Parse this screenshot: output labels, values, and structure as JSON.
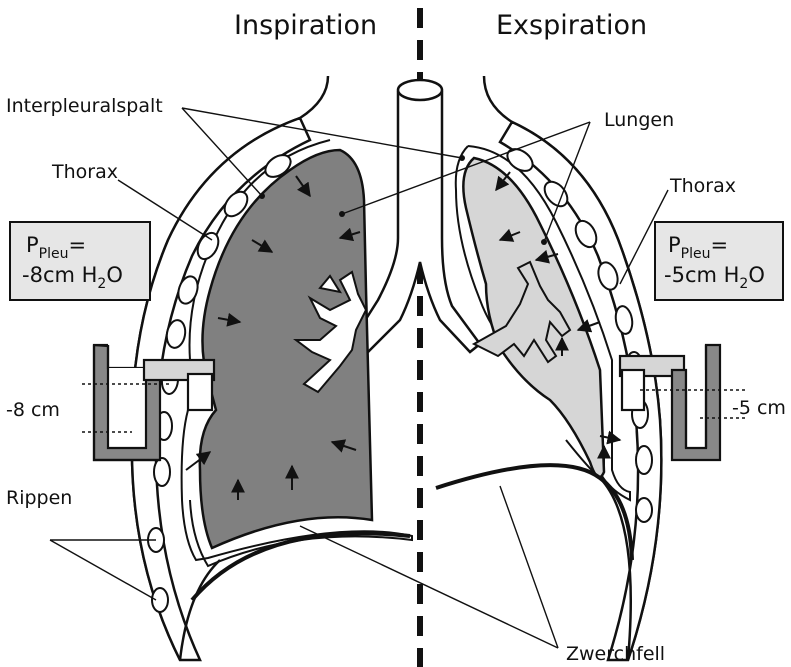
{
  "titles": {
    "left": "Inspiration",
    "right": "Exspiration"
  },
  "labels": {
    "interpleuralspalt": "Interpleuralspalt",
    "thorax_left": "Thorax",
    "thorax_right": "Thorax",
    "lungen": "Lungen",
    "rippen": "Rippen",
    "zwerchfell": "Zwerchfell",
    "cm_left": "-8 cm",
    "cm_right": "-5 cm"
  },
  "pressure_left": {
    "p": "P",
    "sub": "Pleu",
    "eq": "=",
    "value": "-8cm H",
    "sub2": "2",
    "unit": "O"
  },
  "pressure_right": {
    "p": "P",
    "sub": "Pleu",
    "eq": "=",
    "value": "-5cm H",
    "sub2": "2",
    "unit": "O"
  },
  "colors": {
    "lung_inspiration": "#808080",
    "lung_expiration": "#d6d6d6",
    "stroke": "#111111",
    "box_fill": "#e6e6e6"
  }
}
